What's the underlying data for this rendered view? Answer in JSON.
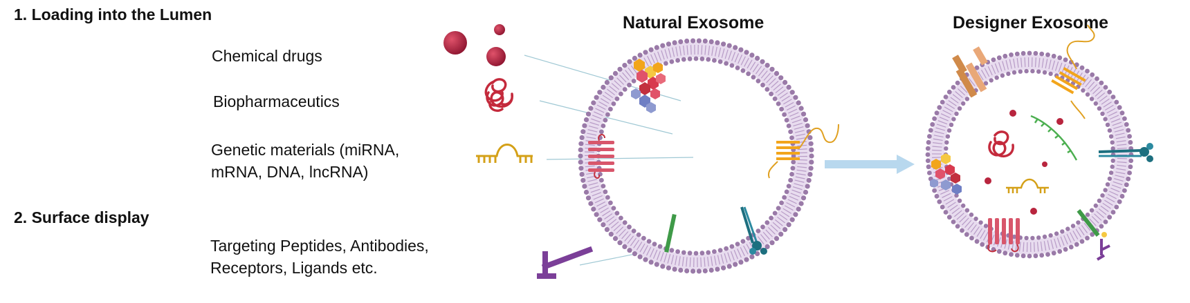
{
  "section1": {
    "heading": "1. Loading into the Lumen",
    "items": [
      {
        "lines": [
          "Chemical drugs"
        ]
      },
      {
        "lines": [
          "Biopharmaceutics"
        ]
      },
      {
        "lines": [
          "Genetic materials  (miRNA,",
          " mRNA,  DNA, lncRNA)"
        ]
      }
    ]
  },
  "section2": {
    "heading": "2. Surface display",
    "items": [
      {
        "lines": [
          "Targeting Peptides, Antibodies,",
          "Receptors, Ligands etc."
        ]
      }
    ]
  },
  "exosomes": {
    "natural": {
      "title": "Natural Exosome"
    },
    "designer": {
      "title": "Designer Exosome"
    }
  },
  "colors": {
    "membrane": "#a98db8",
    "lipid_head": "#9a7aa8",
    "drug": "#b8253e",
    "biopharm": "#c42a3c",
    "genetic": "#d4a017",
    "receptor": "#7b3f98",
    "transporter": "#f2a51b",
    "channel": "#d8566b",
    "peptide": "#3f9a48",
    "teal": "#1d6f7f",
    "arrow": "#b8d8ee",
    "leader_line": "#9fc8d4",
    "green_strand": "#4caf50"
  },
  "icons": [
    "red-sphere-icon",
    "protein-squiggle-icon",
    "rna-comb-icon",
    "y-receptor-icon"
  ]
}
